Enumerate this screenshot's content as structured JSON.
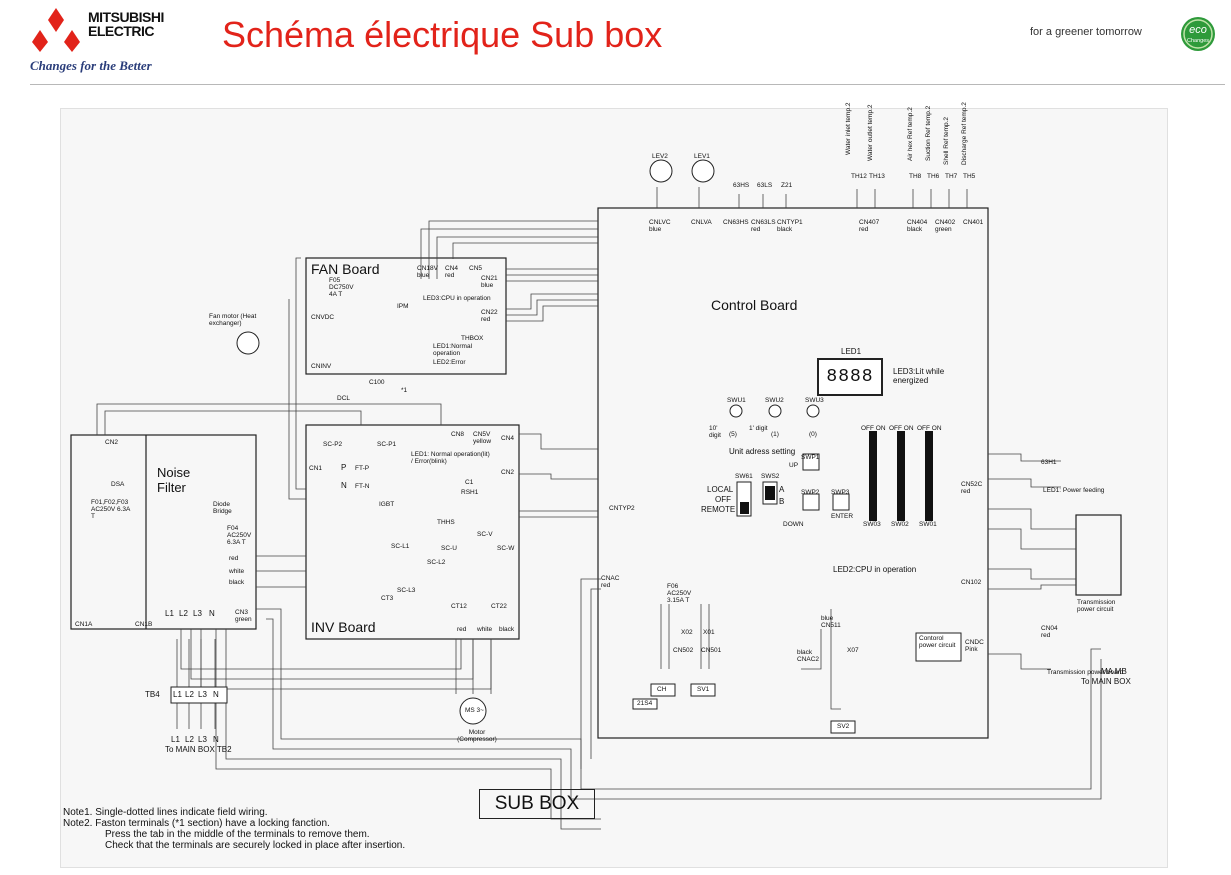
{
  "header": {
    "brand_line1": "MITSUBISHI",
    "brand_line2": "ELECTRIC",
    "slogan": "Changes for the Better",
    "title": "Schéma électrique Sub box",
    "tagline": "for a greener tomorrow",
    "eco_badge": "eco Changes",
    "colors": {
      "title": "#e2231a",
      "logo": "#e2231a",
      "eco": "#2e9a3a"
    }
  },
  "diagram": {
    "boards": {
      "fan": "FAN Board",
      "inv": "INV Board",
      "control": "Control Board",
      "noise_filter": "Noise Filter"
    },
    "footer_label": "SUB BOX",
    "notes": [
      "Note1. Single-dotted lines indicate field wiring.",
      "Note2. Faston terminals (*1 section) have a locking fanction.",
      "Press the tab in the middle of the terminals to remove them.",
      "Check that the terminals are securely locked in place after insertion."
    ],
    "labels": {
      "led1": "LED1",
      "led_display": "8888",
      "led3_control": "LED3:Lit while energized",
      "led2_control": "LED2:CPU in operation",
      "led1_power": "LED1: Power feeding",
      "unit_address": "Unit adress setting",
      "digit_10": "10' digit",
      "digit_1": "1' digit",
      "digit_10_val": "(5)",
      "digit_1_val": "(1)",
      "digit_0_val": "(0)",
      "swu1": "SWU1",
      "swu2": "SWU2",
      "swu3": "SWU3",
      "sw61": "SW61",
      "sws2": "SWS2",
      "swp1": "SWP1",
      "swp2": "SWP2",
      "swp3": "SWP3",
      "up": "UP",
      "down": "DOWN",
      "enter": "ENTER",
      "local": "LOCAL",
      "off": "OFF",
      "remote": "REMOTE",
      "a": "A",
      "b": "B",
      "sw03": "SW03",
      "sw02": "SW02",
      "sw01": "SW01",
      "off_on": "OFF ON",
      "fan_led3": "LED3:CPU in operation",
      "fan_led1": "LED1:Normal operation",
      "fan_led2": "LED2:Error",
      "fan_motor": "Fan motor (Heat exchanger)",
      "inv_led1": "LED1: Normal operation(lit) / Error(blink)",
      "f05": "F05 DC750V 4A T",
      "f04": "F04 AC250V 6.3A T",
      "f01": "F01,F02,F03 AC250V 6.3A T",
      "f06": "F06 AC250V 3.15A T",
      "tb4": "TB4",
      "to_main_tb2": "To MAIN BOX TB2",
      "ma_mb": "MA  MB",
      "to_main_box": "To MAIN BOX",
      "transmission_power_board": "Transmission power board",
      "transmission_power_circuit": "Transmission power circuit",
      "control_power_circuit": "Contorol power circuit",
      "motor": "Motor (Compressor)",
      "ms": "MS 3~",
      "lev2": "LEV2",
      "lev1": "LEV1",
      "cnlvc": "CNLVC blue",
      "cnlva": "CNLVA",
      "cn63hs": "CN63HS",
      "cn63ls": "CN63LS red",
      "cntyp1": "CNTYP1 black",
      "cn407": "CN407 red",
      "cn404": "CN404 black",
      "cn402": "CN402 green",
      "cn401": "CN401",
      "th12": "TH12",
      "th13": "TH13",
      "th8": "TH8",
      "th6": "TH6",
      "th7": "TH7",
      "th5": "TH5",
      "th12_desc": "Water inlet temp.2",
      "th13_desc": "Water outlet temp.2",
      "th8_desc": "Air hex Ref temp.2",
      "th6_desc": "Suction Ref temp.2",
      "th7_desc": "Shell Ref temp.2",
      "th5_desc": "Discharge Ref temp.2",
      "s63hs": "63HS",
      "s63ls": "63LS",
      "z21": "Z21",
      "s63h1": "63H1",
      "cn52c": "CN52C red",
      "cnac": "CNAC red",
      "cn511": "blue CN511",
      "cnac2": "black CNAC2",
      "cndc": "CNDC Pink",
      "cn04": "CN04 red",
      "cn102": "CN102",
      "cn2": "CN2",
      "cn4": "CN4",
      "cn5v": "CN5V yellow",
      "cn8": "CN8",
      "cntyp2": "CNTYP2",
      "cn1": "CN1",
      "cn3": "CN3 green",
      "cn1a": "CN1A",
      "cn1b": "CN1B",
      "cnvdc": "CNVDC",
      "cninv": "CNINV",
      "cn18v": "CN18V blue",
      "cn4_red": "CN4 red",
      "cn5": "CN5",
      "cn21": "CN21 blue",
      "cn22": "CN22 red",
      "thbox": "THBOX",
      "ipm": "IPM",
      "igbt": "IGBT",
      "thhs": "THHS",
      "rsh1": "RSH1",
      "c1": "C1",
      "dcl": "DCL",
      "c100": "C100",
      "ft_p": "FT-P",
      "ft_n": "FT-N",
      "sc_p1": "SC-P1",
      "sc_p2": "SC-P2",
      "sc_u": "SC-U",
      "sc_v": "SC-V",
      "sc_w": "SC-W",
      "sc_l1": "SC-L1",
      "sc_l2": "SC-L2",
      "sc_l3": "SC-L3",
      "ct3": "CT3",
      "ct12": "CT12",
      "ct22": "CT22",
      "diode_bridge": "Diode Bridge",
      "dsa": "DSA",
      "ch": "CH",
      "sv1": "SV1",
      "sv2": "SV2",
      "s21s4": "21S4",
      "x01": "X01",
      "x02": "X02",
      "x07": "X07",
      "cn502": "CN502",
      "cn501": "CN501",
      "red": "red",
      "white": "white",
      "black": "black",
      "blue": "blue",
      "yellow": "yellow",
      "l1": "L1",
      "l2": "L2",
      "l3": "L3",
      "n": "N",
      "star1": "*1",
      "p": "P",
      "nn": "N"
    }
  }
}
